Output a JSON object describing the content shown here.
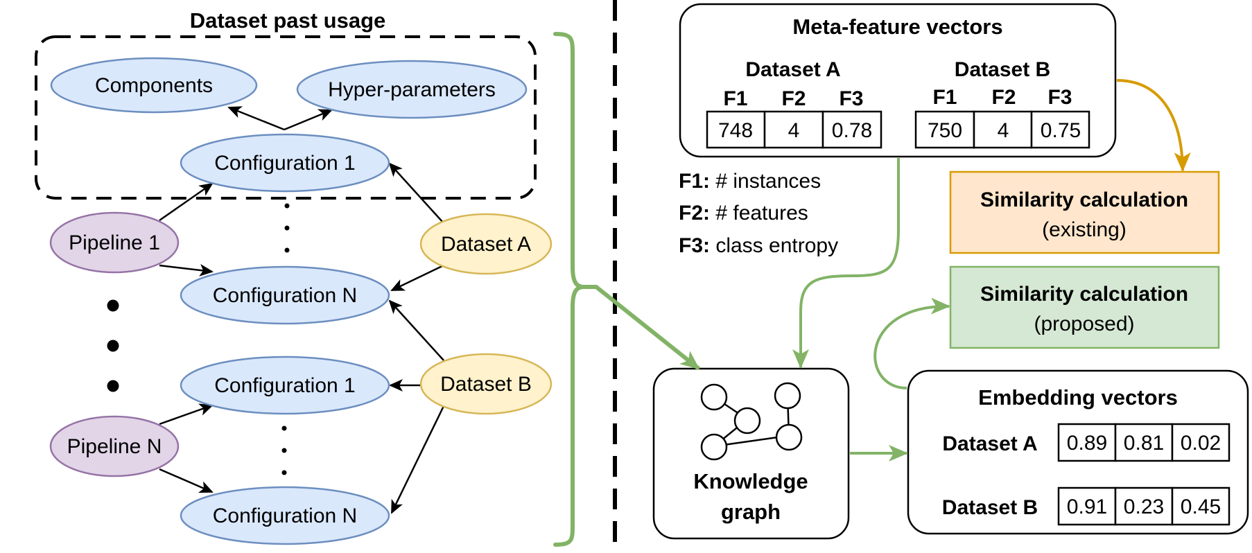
{
  "colors": {
    "blue_fill": "#dae8fc",
    "blue_stroke": "#6c8ebf",
    "purple_fill": "#e1d5e7",
    "purple_stroke": "#9673a6",
    "yellow_fill": "#fff2cc",
    "yellow_stroke": "#d6b656",
    "orange_fill": "#ffe6cc",
    "orange_stroke": "#d79b00",
    "green_fill": "#d5e8d4",
    "green_stroke": "#82b366",
    "green_arrow": "#82b366",
    "orange_arrow": "#d79b00"
  },
  "left": {
    "title": "Dataset past usage",
    "components": "Components",
    "hyperparameters": "Hyper-parameters",
    "config_1a": "Configuration 1",
    "config_na": "Configuration N",
    "config_1b": "Configuration 1",
    "config_nb": "Configuration N",
    "pipeline_1": "Pipeline 1",
    "pipeline_n": "Pipeline N",
    "dataset_a": "Dataset A",
    "dataset_b": "Dataset B"
  },
  "meta": {
    "title": "Meta-feature vectors",
    "dataset_a": {
      "name": "Dataset A",
      "headers": [
        "F1",
        "F2",
        "F3"
      ],
      "values": [
        "748",
        "4",
        "0.78"
      ]
    },
    "dataset_b": {
      "name": "Dataset B",
      "headers": [
        "F1",
        "F2",
        "F3"
      ],
      "values": [
        "750",
        "4",
        "0.75"
      ]
    }
  },
  "legend": [
    {
      "key": "F1:",
      "text": " # instances"
    },
    {
      "key": "F2:",
      "text": " # features"
    },
    {
      "key": "F3:",
      "text": " class entropy"
    }
  ],
  "similarity_existing": {
    "title": "Similarity calculation",
    "subtitle": "(existing)"
  },
  "similarity_proposed": {
    "title": "Similarity calculation",
    "subtitle": "(proposed)"
  },
  "knowledge_graph": {
    "line1": "Knowledge",
    "line2": "graph",
    "icon": "graph-network-icon"
  },
  "embedding": {
    "title": "Embedding vectors",
    "rows": [
      {
        "name": "Dataset A",
        "values": [
          "0.89",
          "0.81",
          "0.02"
        ]
      },
      {
        "name": "Dataset B",
        "values": [
          "0.91",
          "0.23",
          "0.45"
        ]
      }
    ]
  }
}
